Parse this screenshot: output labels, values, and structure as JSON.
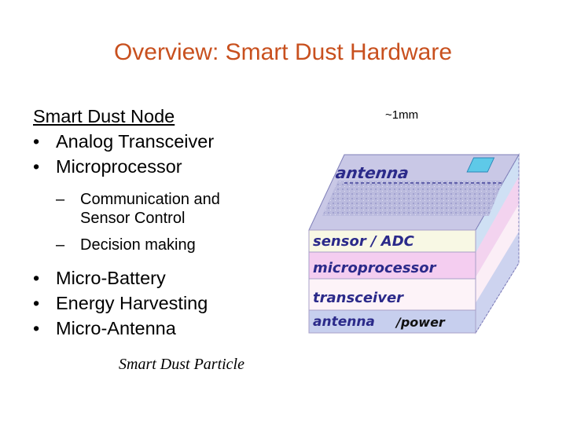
{
  "slide": {
    "title": "Overview: Smart Dust Hardware",
    "node_heading": "Smart Dust Node",
    "bullet_mark": "•",
    "dash_mark": "–",
    "bullets_top": [
      "Analog Transceiver",
      "Microprocessor"
    ],
    "sub_bullets": [
      "Communication and Sensor Control",
      "Decision making"
    ],
    "bullets_bottom": [
      "Micro-Battery",
      "Energy Harvesting",
      "Micro-Antenna"
    ]
  },
  "diagram": {
    "scale_label": "~1mm",
    "layers": [
      "antenna",
      "sensor / ADC",
      "microprocessor",
      "transceiver",
      "antenna",
      "/power"
    ],
    "caption": "Smart Dust Particle",
    "colors": {
      "top_face": "#c9c8e6",
      "sensor": "#f8f8e4",
      "microprocessor": "#f4cdf0",
      "transceiver": "#fdf3f8",
      "bottom": "#c7cfee",
      "label": "#2b2a8a"
    }
  }
}
